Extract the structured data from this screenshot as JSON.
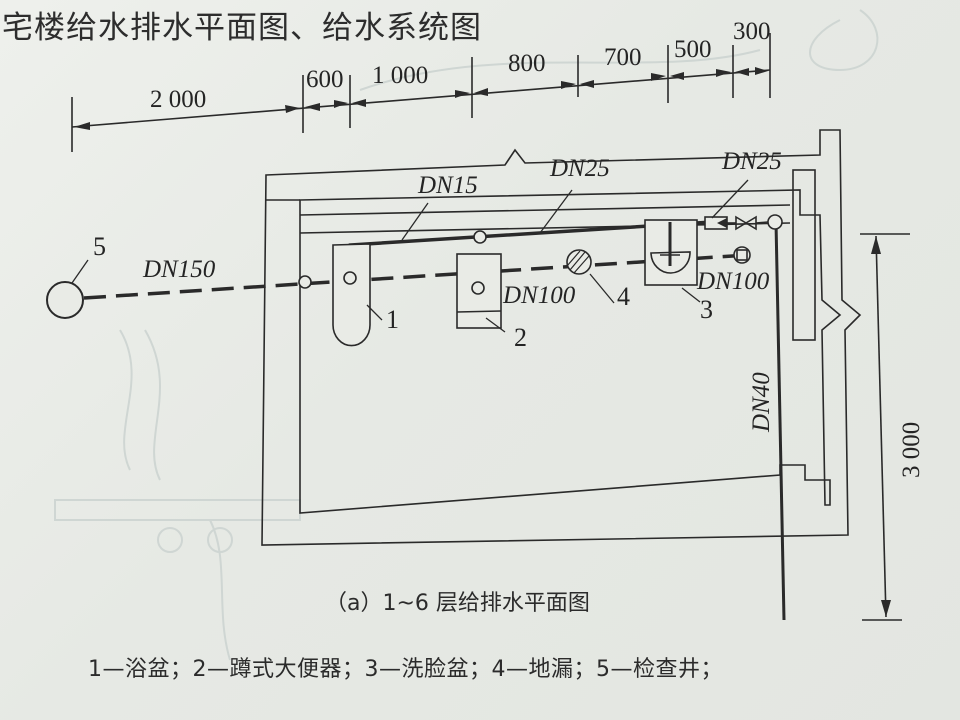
{
  "page": {
    "heading": "宅楼给水排水平面图、给水系统图",
    "caption": "（a）1~6 层给排水平面图",
    "legend": "1—浴盆；2—蹲式大便器；3—洗脸盆；4—地漏；5—检查井；"
  },
  "dimensions": {
    "horizontal": [
      "2 000",
      "600",
      "1 000",
      "800",
      "700",
      "500",
      "300"
    ],
    "vertical": "3 000"
  },
  "pipes": {
    "supply_branch_1": "DN15",
    "supply_main": "DN25",
    "supply_inlet": "DN25",
    "drain_outlet": "DN150",
    "drain_mid": "DN100",
    "drain_right": "DN100",
    "riser": "DN40"
  },
  "fixtures": {
    "bathtub": "1",
    "squat_toilet": "2",
    "washbasin": "3",
    "floor_drain": "4",
    "inspection_well": "5"
  },
  "colors": {
    "ink": "#2a2a2a",
    "paper": "#e9ebe6",
    "ghost": "#c8d0cc"
  }
}
